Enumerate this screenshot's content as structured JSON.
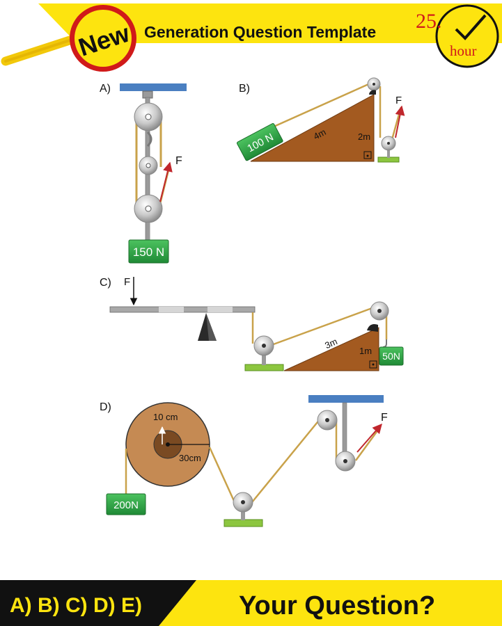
{
  "header": {
    "badge": "New",
    "title": "Generation Question Template",
    "logo_number": "25.",
    "logo_word": "hour"
  },
  "diagrams": {
    "a": {
      "label": "A)",
      "force": "F",
      "weight": "150 N"
    },
    "b": {
      "label": "B)",
      "force": "F",
      "weight": "100 N",
      "slope": "4m",
      "height": "2m"
    },
    "c": {
      "label": "C)",
      "force": "F",
      "weight": "50N",
      "slope": "3m",
      "height": "1m"
    },
    "d": {
      "label": "D)",
      "force": "F",
      "weight": "200N",
      "inner_radius": "10 cm",
      "outer_radius": "30cm"
    }
  },
  "footer": {
    "options": "A) B) C) D) E)",
    "question": "Your Question?"
  },
  "colors": {
    "banner_yellow": "#fde40f",
    "footer_black": "#111111",
    "badge_red": "#d01a1a",
    "ceiling_blue": "#4a7fc1",
    "weight_green": "#2fa84a",
    "ramp_brown": "#a35a20",
    "wheel_tan": "#c58a53",
    "rope": "#c9a24a",
    "force_arrow": "#c0272d"
  }
}
